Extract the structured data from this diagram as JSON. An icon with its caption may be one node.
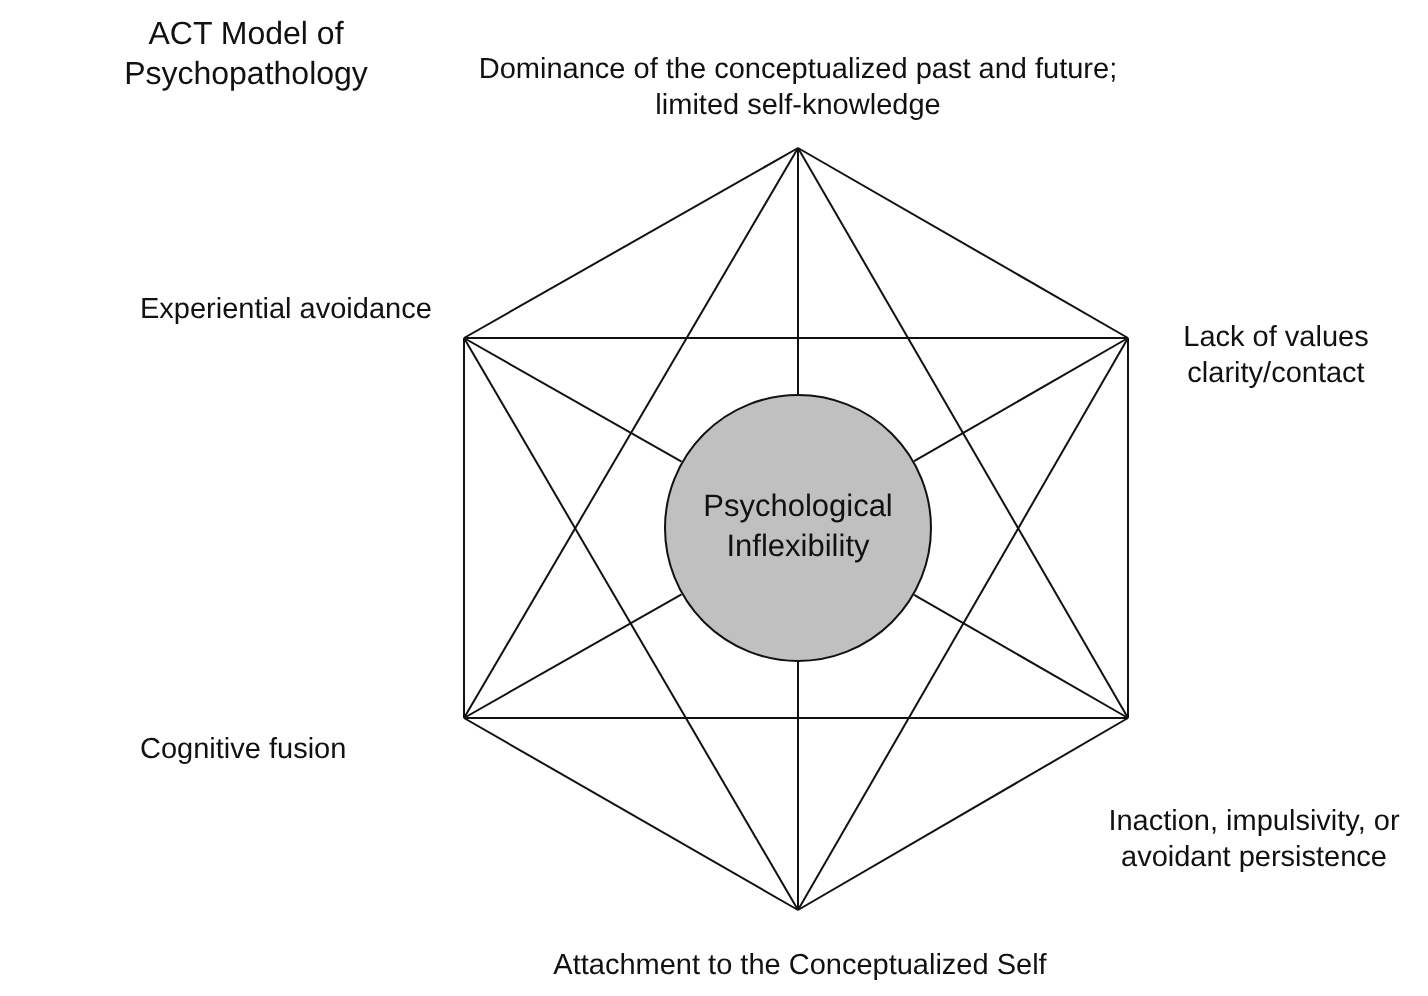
{
  "diagram": {
    "title": "ACT Model of Psychopathology",
    "nodes": [
      {
        "text": [
          "Dominance of the conceptualized past and future; limited self-knowledge"
        ]
      },
      {
        "text": [
          "Experiential avoidance"
        ]
      },
      {
        "text": [
          "Lack of values clarity/contact"
        ]
      },
      {
        "text": [
          "Psychological Inflexibility"
        ]
      },
      {
        "text": [
          "Cognitive fusion"
        ]
      },
      {
        "text": [
          "Inaction, impulsivity, or avoidant persistence"
        ]
      },
      {
        "text": [
          "Attachment to the Conceptualized Self"
        ]
      }
    ],
    "edges": [
      {
        "from": 0,
        "to": 2,
        "arrow": "none"
      },
      {
        "from": 2,
        "to": 5,
        "arrow": "none"
      },
      {
        "from": 5,
        "to": 6,
        "arrow": "none"
      },
      {
        "from": 6,
        "to": 4,
        "arrow": "none"
      },
      {
        "from": 4,
        "to": 1,
        "arrow": "none"
      },
      {
        "from": 1,
        "to": 0,
        "arrow": "none"
      },
      {
        "from": 0,
        "to": 5,
        "arrow": "none"
      },
      {
        "from": 5,
        "to": 4,
        "arrow": "none"
      },
      {
        "from": 4,
        "to": 0,
        "arrow": "none"
      },
      {
        "from": 1,
        "to": 2,
        "arrow": "none"
      },
      {
        "from": 2,
        "to": 6,
        "arrow": "none"
      },
      {
        "from": 6,
        "to": 1,
        "arrow": "none"
      },
      {
        "from": 0,
        "to": 3,
        "arrow": "none"
      },
      {
        "from": 1,
        "to": 3,
        "arrow": "none"
      },
      {
        "from": 2,
        "to": 3,
        "arrow": "none"
      },
      {
        "from": 4,
        "to": 3,
        "arrow": "none"
      },
      {
        "from": 5,
        "to": 3,
        "arrow": "none"
      },
      {
        "from": 6,
        "to": 3,
        "arrow": "none"
      }
    ]
  }
}
